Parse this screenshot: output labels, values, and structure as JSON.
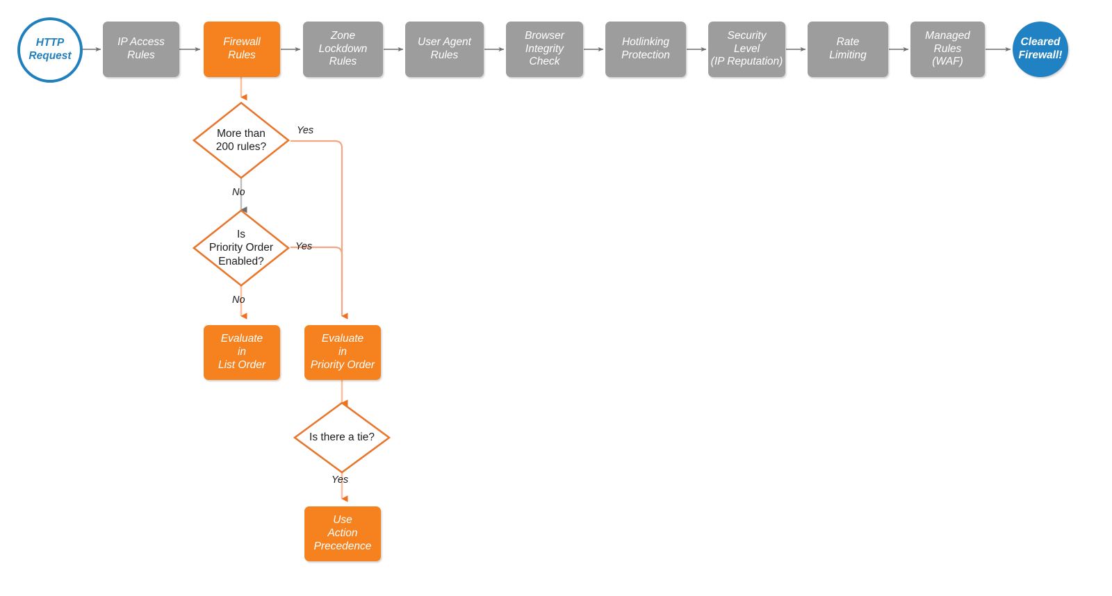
{
  "diagram": {
    "title": "Cloudflare firewall rules evaluation order flowchart",
    "colors": {
      "orange": "#f5821f",
      "orange_line": "#f0864a",
      "orange_line_light": "#fbbfa0",
      "gray_box": "#9d9d9d",
      "gray_line": "#6e6e6e",
      "blue": "#2081c3",
      "blue_ring": "#1f7fbf",
      "text_dark": "#1b1b1b",
      "background": "#ffffff"
    }
  },
  "pipeline": {
    "start": {
      "label": "HTTP\nRequest",
      "shape": "circle",
      "style": "start"
    },
    "steps": [
      {
        "label": "IP Access\nRules",
        "style": "gray"
      },
      {
        "label": "Firewall\nRules",
        "style": "orange"
      },
      {
        "label": "Zone\nLockdown\nRules",
        "style": "gray"
      },
      {
        "label": "User Agent\nRules",
        "style": "gray"
      },
      {
        "label": "Browser\nIntegrity\nCheck",
        "style": "gray"
      },
      {
        "label": "Hotlinking\nProtection",
        "style": "gray"
      },
      {
        "label": "Security\nLevel\n(IP Reputation)",
        "style": "gray"
      },
      {
        "label": "Rate\nLimiting",
        "style": "gray"
      },
      {
        "label": "Managed\nRules\n(WAF)",
        "style": "gray"
      }
    ],
    "end": {
      "label": "Cleared\nFirewall!",
      "shape": "circle",
      "style": "end"
    }
  },
  "detail_branch": {
    "decisions": [
      {
        "id": "more-than-200-rules",
        "label": "More than\n200 rules?",
        "yes_label": "Yes",
        "no_label": "No"
      },
      {
        "id": "is-priority-order-enabled",
        "label": "Is\nPriority Order\nEnabled?",
        "yes_label": "Yes",
        "no_label": "No"
      },
      {
        "id": "is-there-a-tie",
        "label": "Is there a tie?",
        "yes_label": "Yes"
      }
    ],
    "outcomes": [
      {
        "id": "evaluate-in-list-order",
        "label": "Evaluate\nin\nList Order",
        "style": "orange"
      },
      {
        "id": "evaluate-in-priority-order",
        "label": "Evaluate\nin\nPriority Order",
        "style": "orange"
      },
      {
        "id": "use-action-precedence",
        "label": "Use\nAction\nPrecedence",
        "style": "orange"
      }
    ]
  },
  "edge_labels": {
    "d1_yes": "Yes",
    "d1_no": "No",
    "d2_yes": "Yes",
    "d2_no": "No",
    "d3_yes": "Yes"
  }
}
